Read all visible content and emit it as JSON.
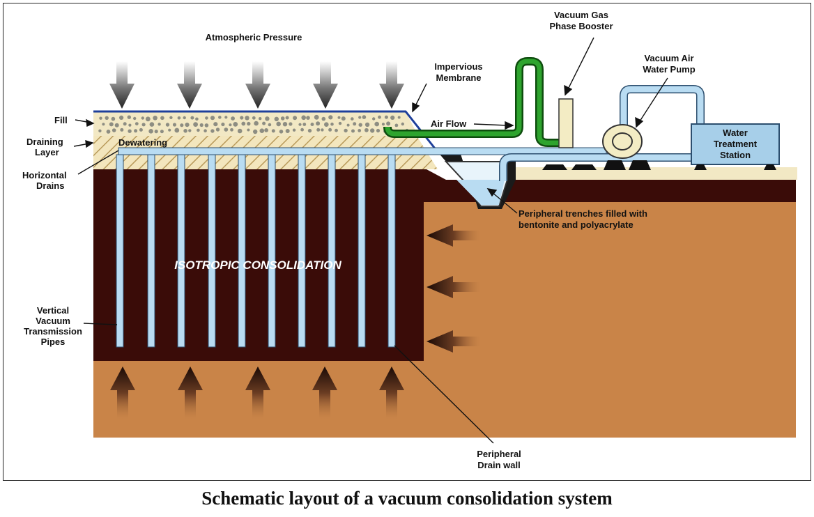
{
  "caption": "Schematic layout of a vacuum consolidation system",
  "labels": {
    "atmospheric_pressure": "Atmospheric Pressure",
    "fill": "Fill",
    "draining_layer_1": "Draining",
    "draining_layer_2": "Layer",
    "dewatering": "Dewatering",
    "horizontal_drains_1": "Horizontal",
    "horizontal_drains_2": "Drains",
    "impervious_membrane_1": "Impervious",
    "impervious_membrane_2": "Membrane",
    "air_flow": "Air Flow",
    "vacuum_gas_booster_1": "Vacuum Gas",
    "vacuum_gas_booster_2": "Phase Booster",
    "vacuum_air_water_pump_1": "Vacuum Air",
    "vacuum_air_water_pump_2": "Water Pump",
    "water_treatment_1": "Water",
    "water_treatment_2": "Treatment",
    "water_treatment_3": "Station",
    "peripheral_trenches_1": "Peripheral trenches filled with",
    "peripheral_trenches_2": "bentonite and polyacrylate",
    "isotropic_consolidation": "ISOTROPIC CONSOLIDATION",
    "vertical_pipes_1": "Vertical",
    "vertical_pipes_2": "Vacuum",
    "vertical_pipes_3": "Transmission",
    "vertical_pipes_4": "Pipes",
    "peripheral_drain_wall_1": "Peripheral",
    "peripheral_drain_wall_2": "Drain wall"
  },
  "colors": {
    "soil_outer": "#c98448",
    "soil_consolidated": "#3a0c08",
    "fill": "#f2e8c4",
    "draining_layer": "#efe2b6",
    "pipe": "#b9dcf2",
    "pipe_outline": "#2c4e6e",
    "membrane": "#1e3f9a",
    "air_line": "#1d7a1d",
    "station": "#a7cfe9"
  }
}
